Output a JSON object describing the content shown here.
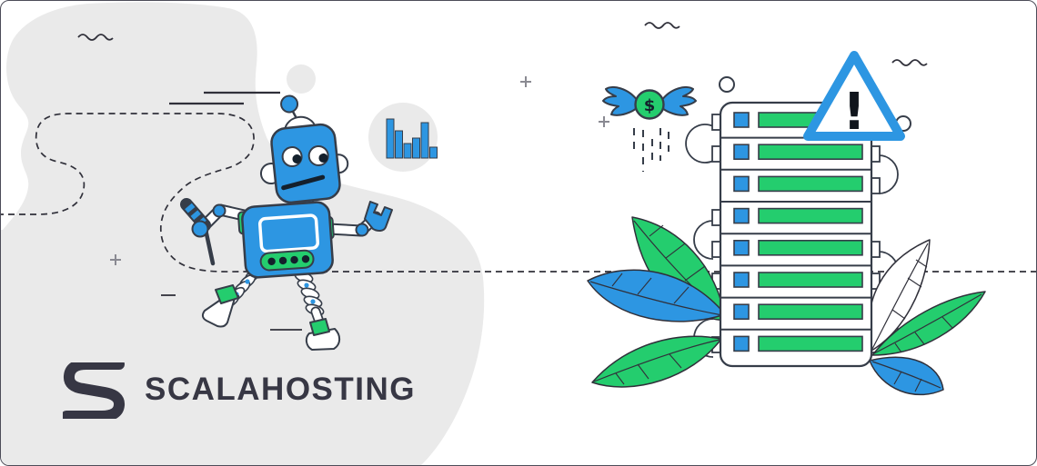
{
  "logo": {
    "text": "SCALAHOSTING"
  },
  "illustration": {
    "coin": {
      "symbol": "$"
    },
    "warning": {
      "symbol": "!"
    },
    "server": {
      "rows": 8
    },
    "chart_icon": {
      "bars": [
        43,
        30,
        16,
        22,
        39,
        12
      ]
    },
    "colors": {
      "blue": "#2D96E2",
      "green": "#24CD6E",
      "outline": "#363D49",
      "decor": "#30303A",
      "blob": "#EAEAEA",
      "logo_text": "#373744"
    }
  }
}
